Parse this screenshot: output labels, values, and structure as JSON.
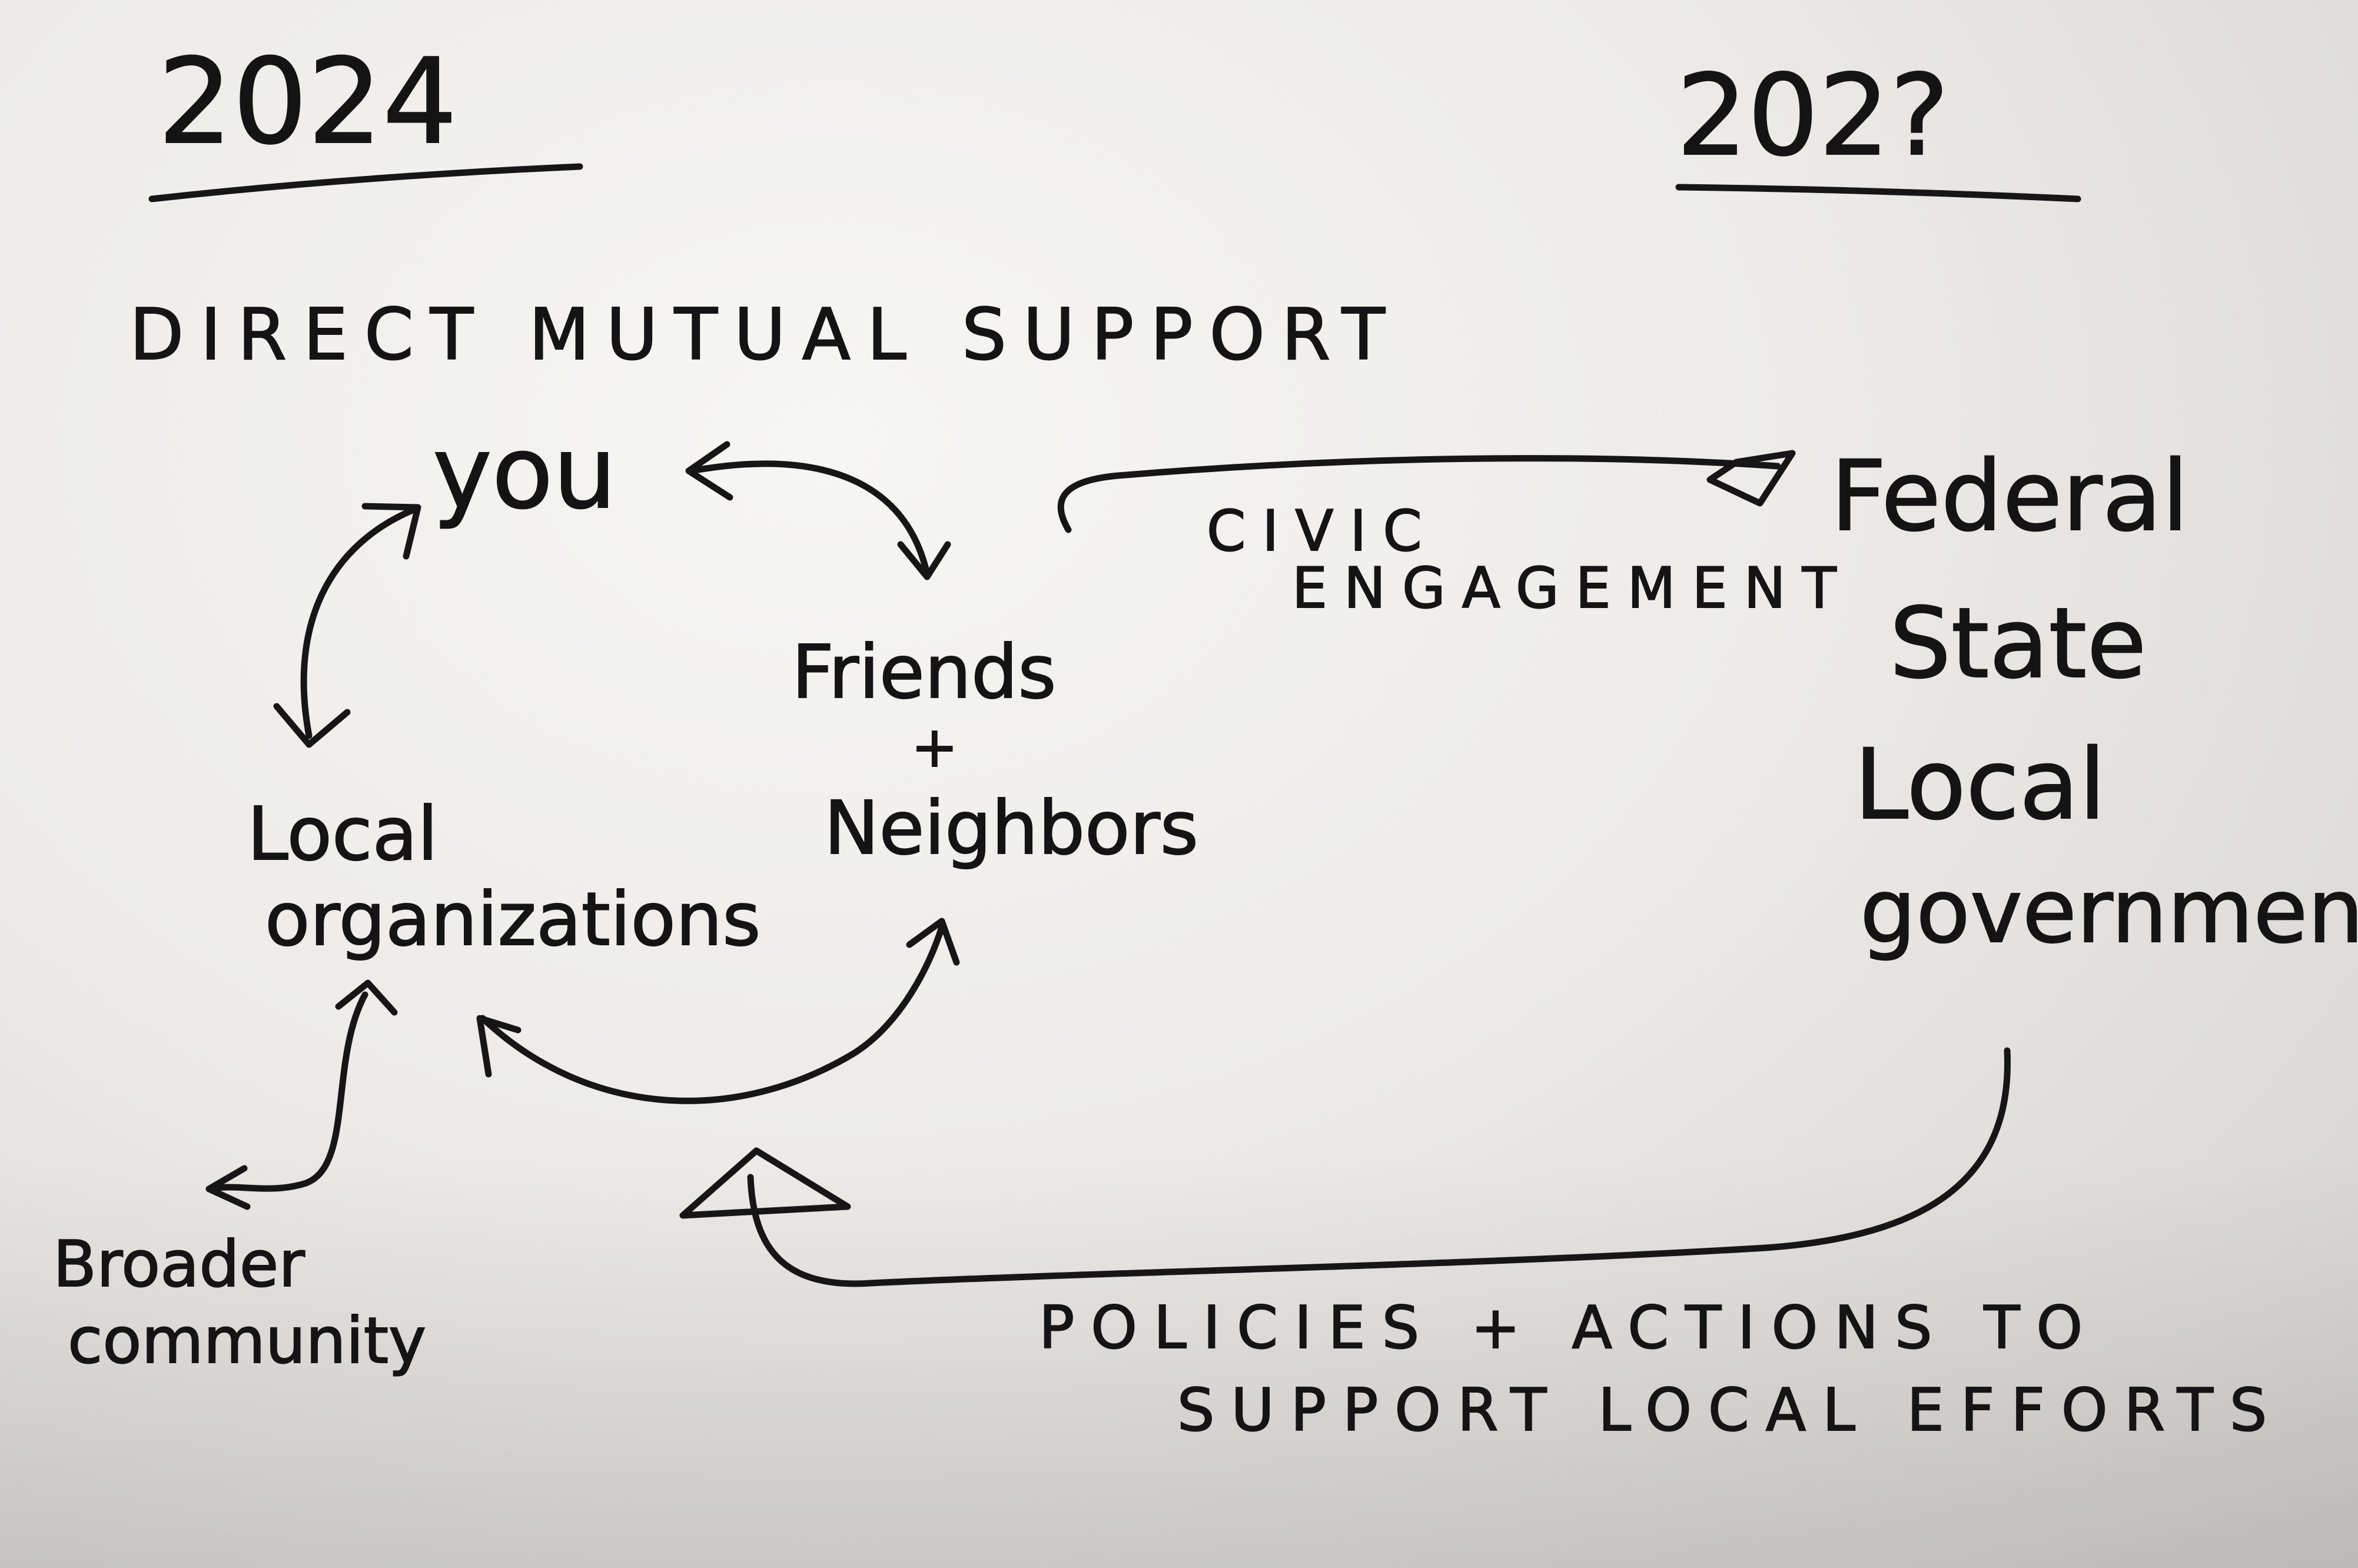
{
  "headings": {
    "left_year": "2024",
    "right_year": "202?"
  },
  "section_title": "DIRECT MUTUAL SUPPORT",
  "nodes": {
    "you": "you",
    "friends": "Friends",
    "plus": "+",
    "neighbors": "Neighbors",
    "local_org_line1": "Local",
    "local_org_line2": "organizations",
    "broader_line1": "Broader",
    "broader_line2": "community",
    "gov_federal": "Federal",
    "gov_state": "State",
    "gov_local": "Local",
    "gov_government": "government"
  },
  "edges": {
    "civic_line1": "CIVIC",
    "civic_line2": "ENGAGEMENT",
    "policies_line1": "POLICIES + ACTIONS TO",
    "policies_line2": "SUPPORT LOCAL EFFORTS"
  },
  "colors": {
    "ink": "#141414",
    "paper": "#ecebe8"
  }
}
